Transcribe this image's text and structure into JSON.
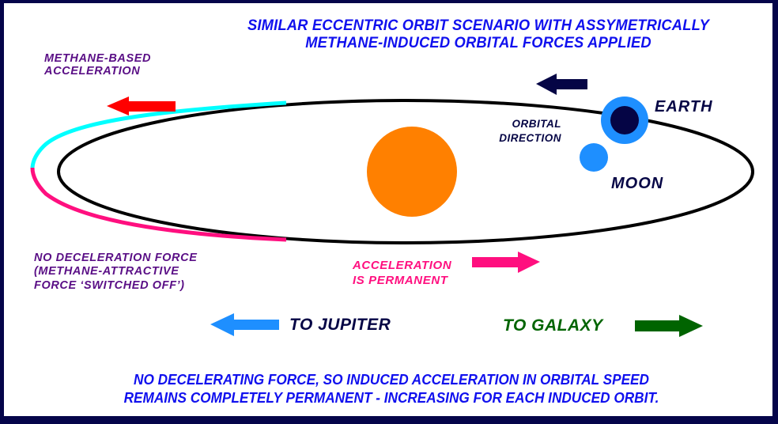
{
  "title": {
    "line1": "SIMILAR ECCENTRIC ORBIT SCENARIO WITH ASSYMETRICALLY",
    "line2": "METHANE-INDUCED ORBITAL FORCES APPLIED"
  },
  "labels": {
    "methane_acceleration": {
      "line1": "METHANE-BASED",
      "line2": "ACCELERATION"
    },
    "no_deceleration": {
      "line1": "NO DECELERATION FORCE",
      "line2": "(METHANE-ATTRACTIVE",
      "line3": "FORCE ‘SWITCHED OFF’)"
    },
    "orbital_direction": {
      "line1": "ORBITAL",
      "line2": "DIRECTION"
    },
    "earth": "EARTH",
    "moon": "MOON",
    "acceleration_permanent": {
      "line1": "ACCELERATION",
      "line2": "IS PERMANENT"
    },
    "to_jupiter": "TO JUPITER",
    "to_galaxy": "TO GALAXY"
  },
  "footer": {
    "line1": "NO DECELERATING FORCE, SO INDUCED ACCELERATION IN ORBITAL SPEED",
    "line2": "REMAINS COMPLETELY PERMANENT - INCREASING FOR EACH INDUCED ORBIT."
  },
  "colors": {
    "frame": "#05054a",
    "title_blue": "#1010ee",
    "orbit_black": "#000000",
    "accelerated_path_cyan": "#00ffff",
    "coasting_path_pink": "#ff0f7f",
    "sun_orange": "#ff8000",
    "earth_outer_blue": "#1e8fff",
    "earth_inner_navy": "#050545",
    "moon_blue": "#1e8fff",
    "methane_arrow_red": "#ff0000",
    "orbital_direction_arrow_navy": "#050545",
    "acceleration_arrow_pink": "#ff0f7f",
    "jupiter_arrow_blue": "#1e8fff",
    "galaxy_arrow_green": "#006400",
    "label_purple": "#5a0f86",
    "label_navy": "#050545",
    "galaxy_text_green": "#006400"
  },
  "icons": {
    "methane_arrow": "arrow-left",
    "orbital_direction_arrow": "arrow-left",
    "acceleration_arrow": "arrow-right",
    "jupiter_arrow": "arrow-left",
    "galaxy_arrow": "arrow-right"
  }
}
